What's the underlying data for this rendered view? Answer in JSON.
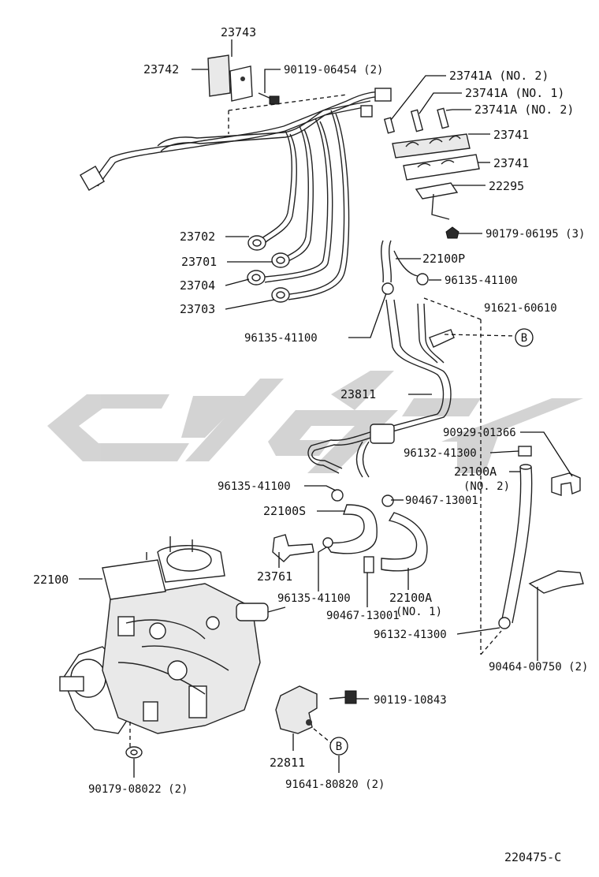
{
  "diagram": {
    "code": "220475-C",
    "ref_circle": "B",
    "labels": {
      "p23743": "23743",
      "p23742": "23742",
      "p90119_06454": "90119-06454 (2)",
      "p23741a_no2_top": "23741A (NO. 2)",
      "p23741a_no1": "23741A (NO. 1)",
      "p23741a_no2": "23741A (NO. 2)",
      "p23741_a": "23741",
      "p23741_b": "23741",
      "p22295": "22295",
      "p90179_06195": "90179-06195 (3)",
      "p23702": "23702",
      "p23701": "23701",
      "p23704": "23704",
      "p23703": "23703",
      "p22100p": "22100P",
      "p96135_41100_a": "96135-41100",
      "p91621_60610": "91621-60610",
      "p96135_41100_b": "96135-41100",
      "p23811": "23811",
      "p90929_01366": "90929-01366",
      "p96132_41300_a": "96132-41300",
      "p22100a_no2": "22100A",
      "p22100a_no2_sub": "(NO. 2)",
      "p96135_41100_c": "96135-41100",
      "p90467_13001_a": "90467-13001",
      "p22100s": "22100S",
      "p23761": "23761",
      "p96135_41100_d": "96135-41100",
      "p22100a_no1": "22100A",
      "p22100a_no1_sub": "(NO. 1)",
      "p90467_13001_b": "90467-13001",
      "p96132_41300_b": "96132-41300",
      "p22100": "22100",
      "p90464_00750": "90464-00750 (2)",
      "p90119_10843": "90119-10843",
      "p22811": "22811",
      "p91641_80820": "91641-80820 (2)",
      "p90179_08022": "90179-08022 (2)"
    }
  }
}
